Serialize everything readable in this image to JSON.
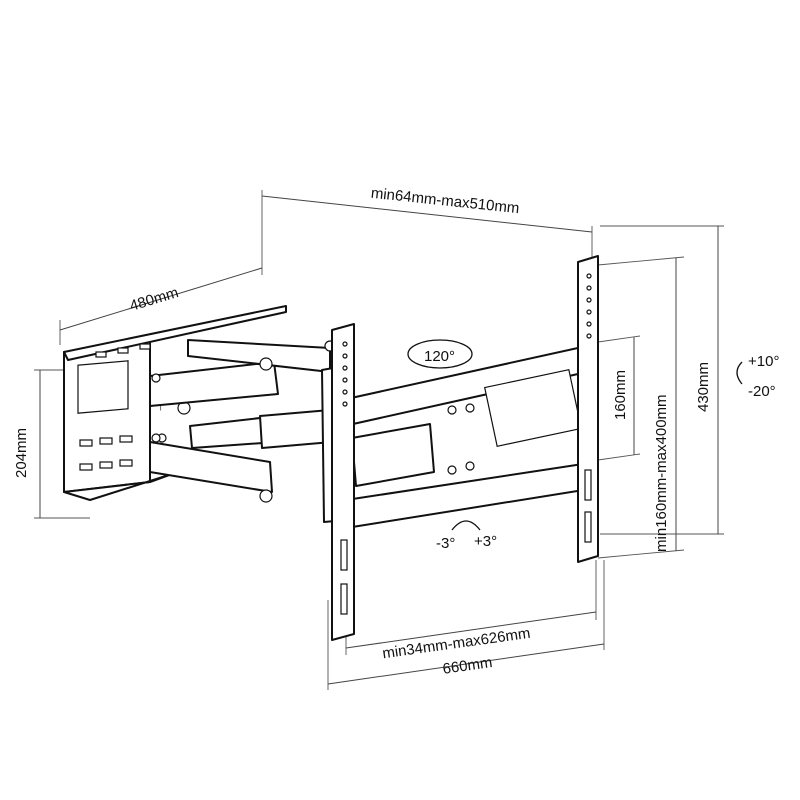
{
  "labels": {
    "top_width": "min64mm-max510mm",
    "depth": "480mm",
    "wall_height": "204mm",
    "swivel": "120°",
    "inner_height": "160mm",
    "vesa_height": "min160mm-max400mm",
    "total_height": "430mm",
    "tilt_up": "+10°",
    "tilt_down": "-20°",
    "rotate_left": "-3°",
    "rotate_right": "+3°",
    "min_max_width": "min34mm-max626mm",
    "total_width": "660mm"
  },
  "arrow_symbol": "↑"
}
